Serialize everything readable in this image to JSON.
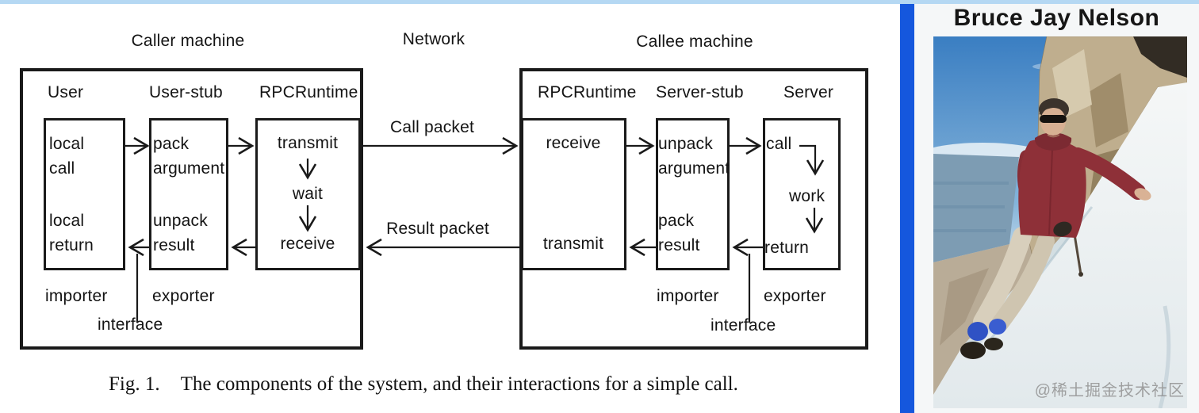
{
  "page": {
    "background_color": "#ffffff",
    "top_strip_color": "#b5d8f3",
    "caption_fig": "Fig. 1.",
    "caption_text": "The components of the system, and their interactions for a simple call."
  },
  "network": {
    "label": "Network",
    "call_packet_label": "Call packet",
    "result_packet_label": "Result packet"
  },
  "caller": {
    "title": "Caller machine",
    "columns": [
      "User",
      "User-stub",
      "RPCRuntime"
    ],
    "user_box": {
      "top": [
        "local",
        "call"
      ],
      "bottom": [
        "local",
        "return"
      ]
    },
    "stub_box": {
      "top": [
        "pack",
        "argument"
      ],
      "bottom": [
        "unpack",
        "result"
      ]
    },
    "rpc_box": {
      "steps": [
        "transmit",
        "wait",
        "receive"
      ]
    },
    "importer_label": "importer",
    "exporter_label": "exporter",
    "interface_label": "interface"
  },
  "callee": {
    "title": "Callee machine",
    "columns": [
      "RPCRuntime",
      "Server-stub",
      "Server"
    ],
    "rpc_box": {
      "top": "receive",
      "bottom": "transmit"
    },
    "stub_box": {
      "top": [
        "unpack",
        "argument"
      ],
      "bottom": [
        "pack",
        "result"
      ]
    },
    "server_box": {
      "steps": [
        "call",
        "work",
        "return"
      ]
    },
    "importer_label": "importer",
    "exporter_label": "exporter",
    "interface_label": "interface"
  },
  "side_panel": {
    "accent_color": "#1557dd",
    "card_color": "#f5f7f8",
    "title": "Bruce Jay Nelson",
    "photo_description": "man in maroon jacket climbing snowy slope",
    "watermark": "@稀土掘金技术社区"
  }
}
